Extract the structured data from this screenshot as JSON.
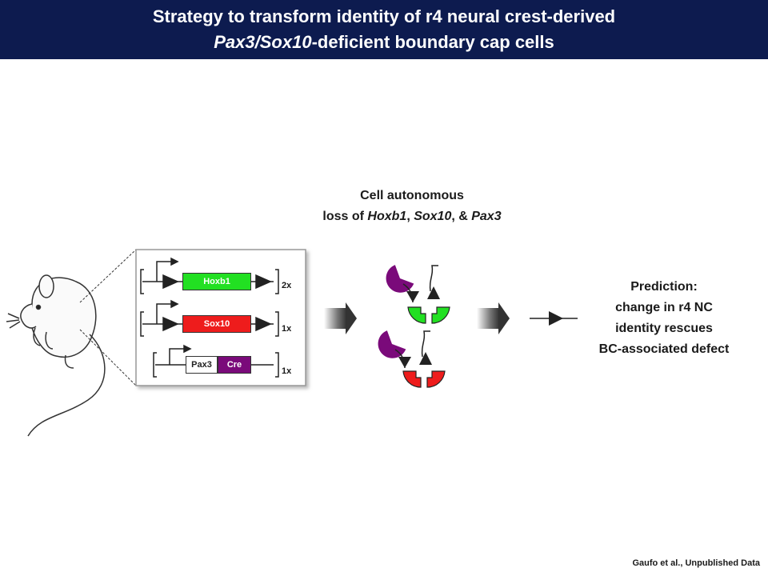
{
  "header": {
    "line1": "Strategy to transform identity of r4 neural crest-derived",
    "line2_italic": "Pax3/Sox10",
    "line2_rest": "-deficient boundary cap cells"
  },
  "loss_caption": {
    "line1": "Cell autonomous",
    "line2_prefix": "loss of ",
    "gene1": "Hoxb1",
    "sep1": ", ",
    "gene2": "Sox10",
    "sep2": ", & ",
    "gene3": "Pax3"
  },
  "constructs": [
    {
      "gene": "Hoxb1",
      "color": "#22e022",
      "copies": "2x"
    },
    {
      "gene": "Sox10",
      "color": "#ee1c1c",
      "copies": "1x"
    },
    {
      "gene_a": "Pax3",
      "gene_b": "Cre",
      "color_b": "#7a0a7a",
      "copies": "1x"
    }
  ],
  "prediction": {
    "line1": "Prediction:",
    "line2": "change in r4 NC",
    "line3": "identity rescues",
    "line4": "BC-associated defect"
  },
  "credit": "Gaufo et al., Unpublished Data",
  "colors": {
    "header_bg": "#0d1b4f",
    "green": "#22e022",
    "red": "#ee1c1c",
    "purple": "#7a0a7a"
  }
}
